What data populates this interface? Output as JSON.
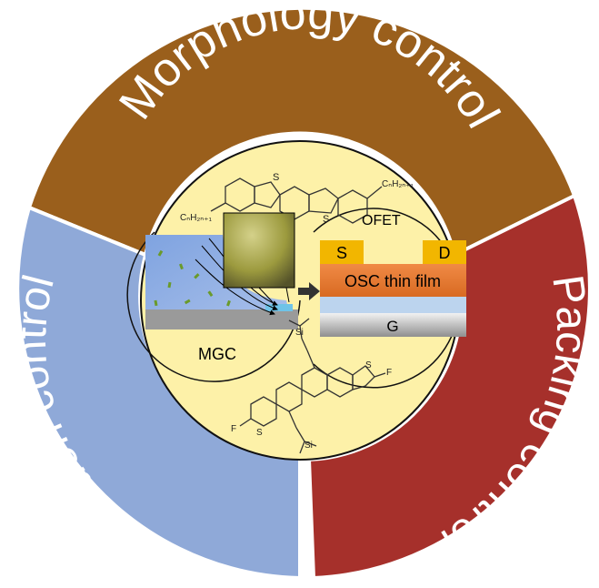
{
  "ring": {
    "top_label": "Morphology control",
    "left_label": "Orientation control",
    "right_label": "Packing control",
    "colors": {
      "top": "#9a5f1c",
      "left": "#8fa9d8",
      "right": "#a6302b",
      "center": "#fdf1a8"
    }
  },
  "center": {
    "mgc_label": "MGC",
    "ofet_label": "OFET",
    "source_label": "S",
    "drain_label": "D",
    "osc_label": "OSC thin film",
    "gate_label": "G",
    "chem_top": {
      "sub_right": "CₙH₂ₙ₊₁",
      "sub_left": "CₙH₂ₙ₊₁",
      "hetero_1": "S",
      "hetero_2": "S"
    },
    "chem_bottom": {
      "si_1": "Si",
      "si_2": "Si",
      "s_1": "S",
      "s_2": "S",
      "f_1": "F",
      "f_2": "F"
    }
  }
}
